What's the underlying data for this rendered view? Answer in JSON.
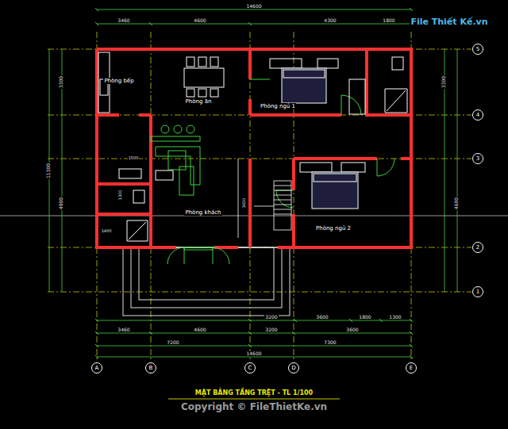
{
  "diagram": {
    "caption": "MẶT BẰNG TẦNG TRỆT - TL 1/100",
    "nodes": [
      {
        "text": [
          "A"
        ]
      },
      {
        "text": [
          "B"
        ]
      },
      {
        "text": [
          "C"
        ]
      },
      {
        "text": [
          "D"
        ]
      },
      {
        "text": [
          "E"
        ]
      },
      {
        "text": [
          "5"
        ]
      },
      {
        "text": [
          "4"
        ]
      },
      {
        "text": [
          "3"
        ]
      },
      {
        "text": [
          "2"
        ]
      },
      {
        "text": [
          "1"
        ]
      }
    ],
    "edges": [],
    "labels": [
      "Phòng bếp",
      "Phòng ăn",
      "Phòng ngủ 1",
      "Phòng khách",
      "Phòng ngủ 2",
      "14600",
      "3460",
      "4600",
      "4300",
      "1800",
      "3200",
      "3600",
      "1800",
      "1300",
      "3460",
      "4600",
      "3200",
      "3600",
      "7200",
      "7300",
      "14600",
      "3300",
      "11300",
      "4900",
      "3300",
      "4600",
      "1500",
      "1300",
      "1400",
      "3600",
      "File Thiết Kế.vn",
      "Copyright © FileThietKe.vn"
    ]
  }
}
